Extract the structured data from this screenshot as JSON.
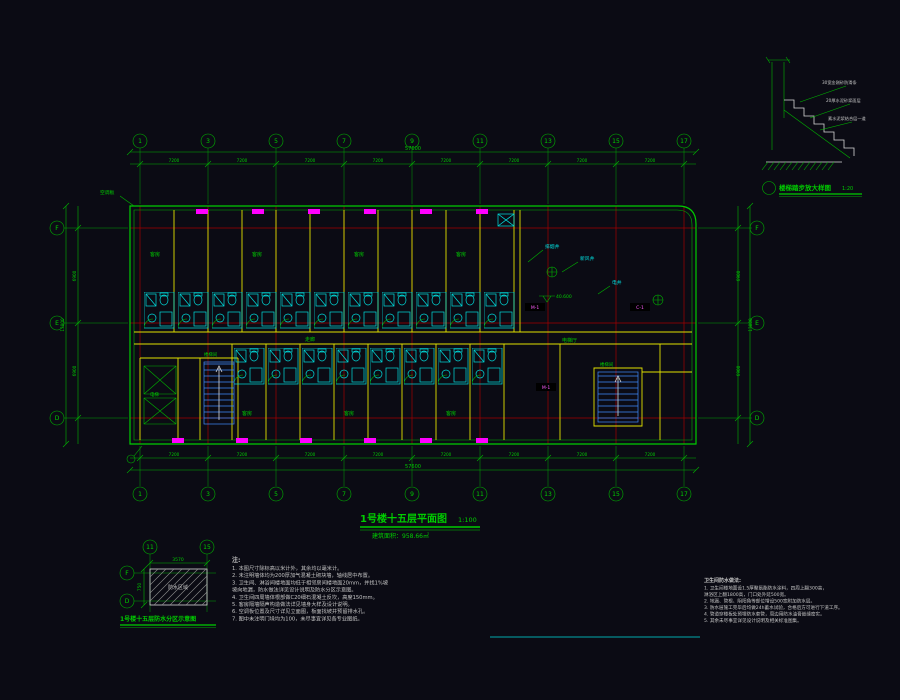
{
  "titles": {
    "main": "1号楼十五层平面图",
    "main_scale": "1:100",
    "area": "建筑面积：958.66㎡",
    "stair": "楼梯踏步放大样图",
    "stair_scale": "1:20",
    "waterproof": "1号楼十五层防水分区示意图"
  },
  "axes": {
    "v": [
      "1",
      "3",
      "5",
      "7",
      "9",
      "11",
      "13",
      "15",
      "17"
    ],
    "h": [
      "F",
      "E",
      "D"
    ],
    "detail_v": [
      "11",
      "15"
    ],
    "detail_h": [
      "F",
      "D"
    ]
  },
  "dims": {
    "total_w": "57600",
    "bay_w": "7200",
    "total_h": "13800",
    "bay_h": "6900",
    "detail_w": "3570",
    "detail_h": "750"
  },
  "labels": {
    "room": "客房",
    "corridor": "走廊",
    "lobby": "电梯厅",
    "stair_room": "楼梯间",
    "elevator": "电梯",
    "shaft_smoke": "排烟井",
    "shaft_fresh": "新风井",
    "shaft_elec": "电井",
    "ac_panel": "空调板",
    "elevation": "40.600",
    "wp_zone": "防水区域",
    "tag_door": "M-1",
    "tag_win": "C-1"
  },
  "stair_callouts": [
    "30宽金刚砂防滑条",
    "20厚水泥砂浆面层",
    "素水泥浆结合层一道"
  ],
  "notes": {
    "heading": "注:",
    "lines": [
      "1. 本图尺寸除标高以米计外，其余均以毫米计。",
      "2. 未注明墙体均为200厚加气混凝土砌块墙，轴线居中布置。",
      "3. 卫生间、淋浴间楼地面均低于相邻房间楼地面20mm，并找1%坡",
      "    坡向地漏，防水做法详见设计说明及防水分区示意图。",
      "4. 卫生间四周墙体根部做C20细石混凝土反坎，高度150mm。",
      "5. 客房隔墙隔声构造做法详见墙身大样及设计说明。",
      "6. 空调板位置及尺寸详见立面图，板面找坡并预留排水孔。",
      "7. 图中未注明门垛均为100，未尽事宜详见各专业图纸。"
    ]
  },
  "wp_notes": {
    "heading": "卫生间防水做法:",
    "lines": [
      "1. 卫生间楼地面设1.5厚聚氨酯防水涂料，四周上翻300高，",
      "    淋浴区上翻1800高，门口处外延500宽。",
      "2. 地漏、管根、阴阳角等部位增设500宽附加防水层。",
      "3. 防水层施工完毕后均做24h蓄水试验，合格后方可进行下道工序。",
      "4. 管道穿楼板处预埋防水套管，周边用防水油膏嵌缝密实。",
      "5. 其余未尽事宜详见设计说明及相关标准图集。"
    ]
  }
}
